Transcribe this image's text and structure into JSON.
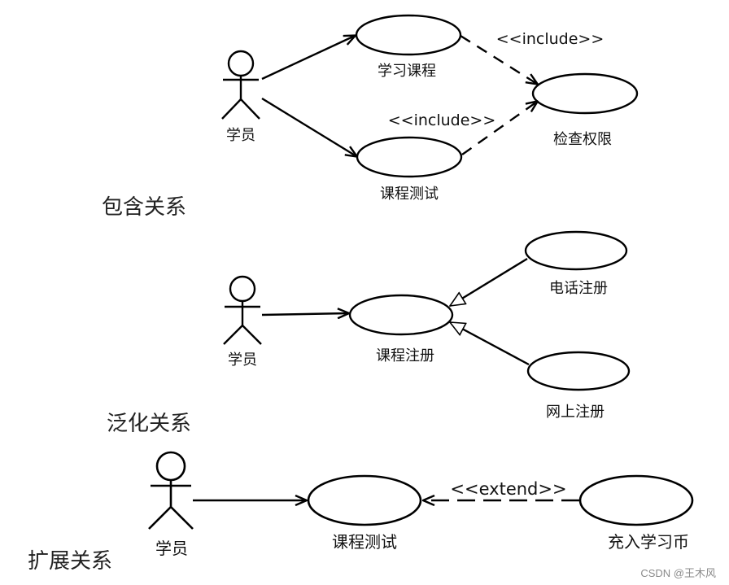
{
  "section1": {
    "title": "包含关系",
    "actor": "学员",
    "uc_learn": "学习课程",
    "uc_test": "课程测试",
    "uc_check": "检查权限",
    "stereo_top": "<<include>>",
    "stereo_bottom": "<<include>>"
  },
  "section2": {
    "title": "泛化关系",
    "actor": "学员",
    "uc_register": "课程注册",
    "uc_phone": "电话注册",
    "uc_web": "网上注册"
  },
  "section3": {
    "title": "扩展关系",
    "actor": "学员",
    "uc_test": "课程测试",
    "uc_recharge": "充入学习币",
    "stereo": "<<extend>>"
  },
  "watermark": "CSDN @王木风"
}
